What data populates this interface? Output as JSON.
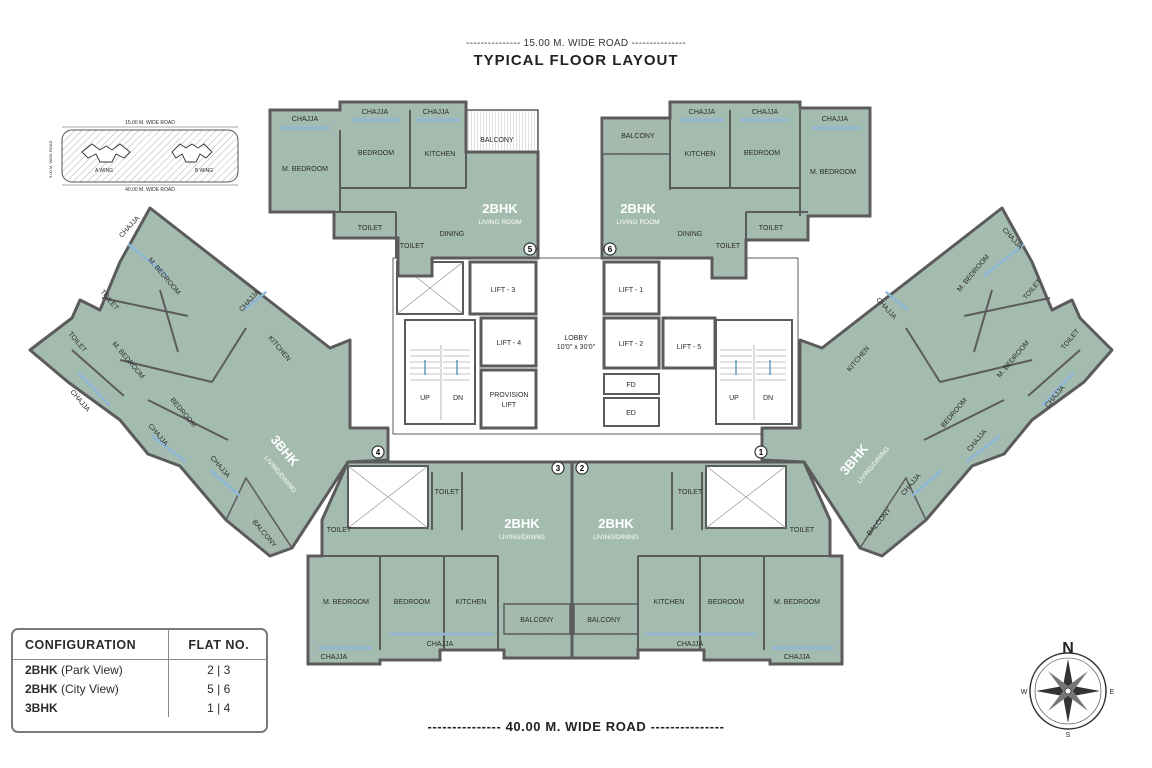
{
  "header": {
    "road_top": "--------------- 15.00 M. WIDE ROAD ---------------",
    "title": "TYPICAL FLOOR LAYOUT"
  },
  "footer": {
    "road_bottom": "--------------- 40.00 M. WIDE ROAD ---------------"
  },
  "key_plan": {
    "road_top": "15.00 M. WIDE ROAD",
    "road_bottom": "40.00 M. WIDE ROAD",
    "road_side": "9.00 M. WIDE ROAD",
    "wing_a": "A WING",
    "wing_b": "B WING"
  },
  "flats": {
    "flat5": {
      "type": "2BHK",
      "sub": "LIVING ROOM",
      "no": "5"
    },
    "flat6": {
      "type": "2BHK",
      "sub": "LIVING ROOM",
      "no": "6"
    },
    "flat4": {
      "type": "3BHK",
      "sub": "LIVING/DINING",
      "no": "4"
    },
    "flat1": {
      "type": "3BHK",
      "sub": "LIVING/DINING",
      "no": "1"
    },
    "flat3": {
      "type": "2BHK",
      "sub": "LIVING/DINING",
      "no": "3"
    },
    "flat2": {
      "type": "2BHK",
      "sub": "LIVING/DINING",
      "no": "2"
    }
  },
  "rooms": {
    "chajja": "CHAJJA",
    "m_bedroom": "M. BEDROOM",
    "bedroom": "BEDROOM",
    "kitchen": "KITCHEN",
    "balcony": "BALCONY",
    "toilet": "TOILET",
    "dining": "DINING"
  },
  "core": {
    "lift1": "LIFT - 1",
    "lift2": "LIFT - 2",
    "lift3": "LIFT - 3",
    "lift4": "LIFT - 4",
    "lift5": "LIFT - 5",
    "provision_lift_1": "PROVISION",
    "provision_lift_2": "LIFT",
    "lobby_1": "LOBBY",
    "lobby_2": "10'0\" x 30'0\"",
    "fd": "FD",
    "ed": "ED",
    "up": "UP",
    "dn": "DN"
  },
  "config_table": {
    "col_config": "CONFIGURATION",
    "col_flat": "FLAT NO.",
    "rows": [
      {
        "type": "2BHK",
        "detail": " (Park View)",
        "flats": "2 | 3"
      },
      {
        "type": "2BHK",
        "detail": " (City View)",
        "flats": "5 | 6"
      },
      {
        "type": "3BHK",
        "detail": "",
        "flats": "1 | 4"
      }
    ]
  },
  "compass": {
    "n": "N",
    "s": "S",
    "e": "E",
    "w": "W"
  },
  "colors": {
    "room_fill": "#a4bcaf",
    "wall": "#5b5b5b",
    "window": "#8fb6d6",
    "balcony_fill": "#dcdcdc"
  }
}
